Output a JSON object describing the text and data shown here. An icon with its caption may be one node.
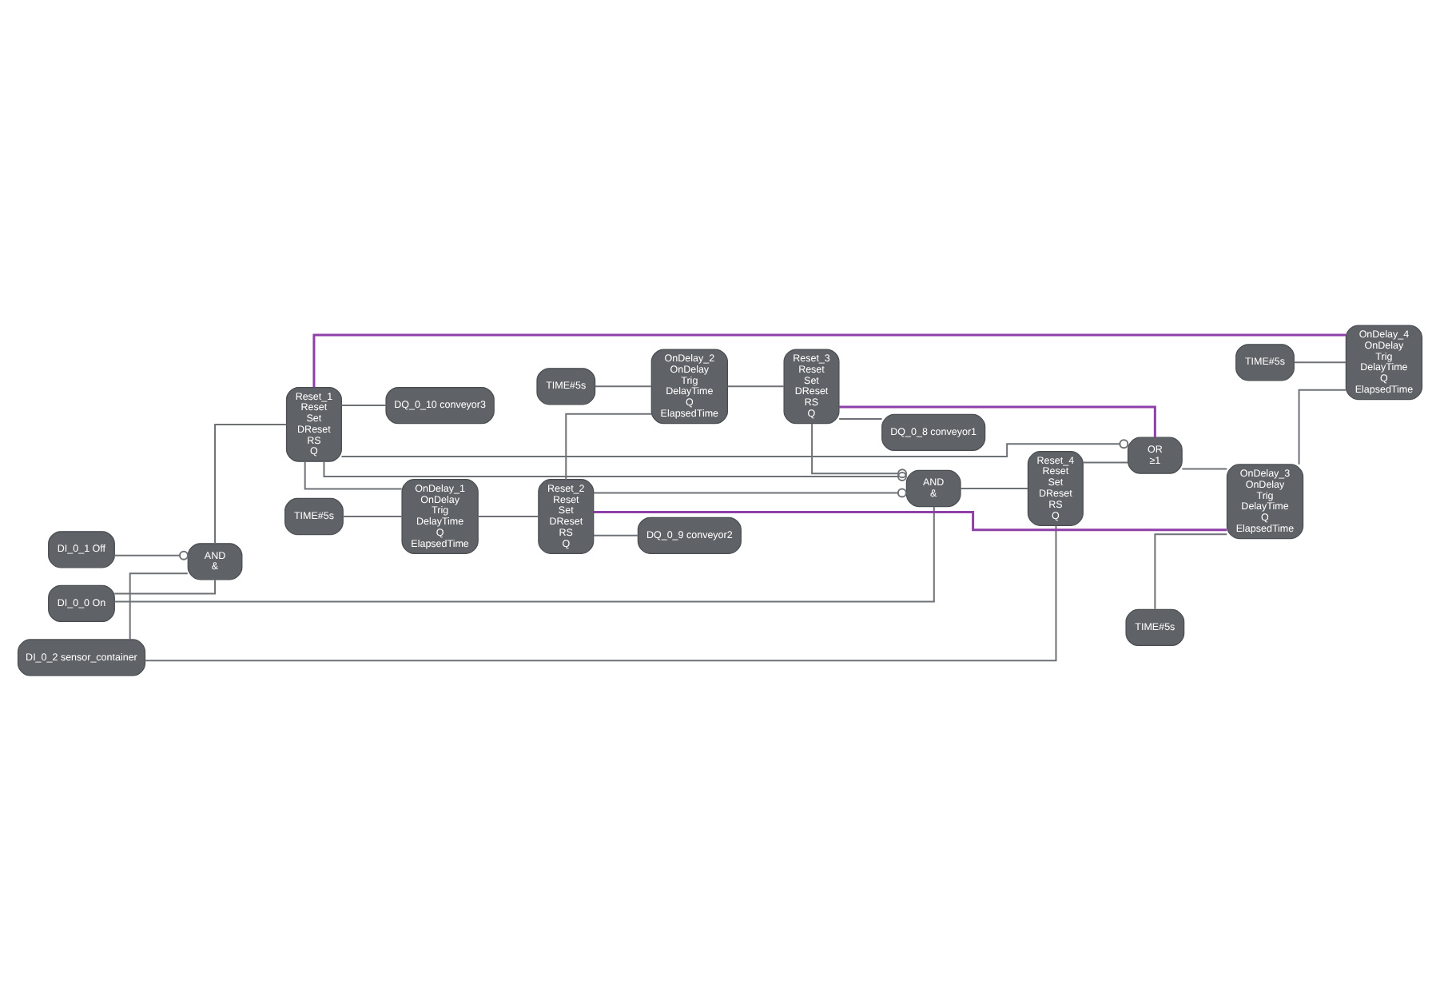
{
  "diagram": {
    "nodes": [
      {
        "text": [
          "DI_0_0 On"
        ]
      },
      {
        "text": [
          "DI_0_2 sensor_container"
        ]
      },
      {
        "text": [
          "DI_0_1 Off"
        ]
      },
      {
        "text": [
          "AND",
          "&"
        ]
      },
      {
        "text": [
          "Reset_1",
          "Reset",
          "Set",
          "DReset",
          "RS",
          "Q"
        ]
      },
      {
        "text": [
          "DQ_0_10 conveyor3"
        ]
      },
      {
        "text": [
          "OnDelay_1",
          "OnDelay",
          "Trig",
          "DelayTime",
          "Q",
          "ElapsedTime"
        ]
      },
      {
        "text": [
          "TIME#5s"
        ]
      },
      {
        "text": [
          "Reset_2",
          "Reset",
          "Set",
          "DReset",
          "RS",
          "Q"
        ]
      },
      {
        "text": [
          "DQ_0_9 conveyor2"
        ]
      },
      {
        "text": [
          "OnDelay_2",
          "OnDelay",
          "Trig",
          "DelayTime",
          "Q",
          "ElapsedTime"
        ]
      },
      {
        "text": [
          "TIME#5s"
        ]
      },
      {
        "text": [
          "Reset_3",
          "Reset",
          "Set",
          "DReset",
          "RS",
          "Q"
        ]
      },
      {
        "text": [
          "DQ_0_8 conveyor1"
        ]
      },
      {
        "text": [
          "OnDelay_4",
          "OnDelay",
          "Trig",
          "DelayTime",
          "Q",
          "ElapsedTime"
        ]
      },
      {
        "text": [
          "TIME#5s"
        ]
      },
      {
        "text": [
          "OnDelay_3",
          "OnDelay",
          "Trig",
          "DelayTime",
          "Q",
          "ElapsedTime"
        ]
      },
      {
        "text": [
          "TIME#5s"
        ]
      },
      {
        "text": [
          "Reset_4",
          "Reset",
          "Set",
          "DReset",
          "RS",
          "Q"
        ]
      },
      {
        "text": [
          "OR",
          "≥1"
        ]
      },
      {
        "text": [
          "AND",
          "&"
        ]
      }
    ],
    "edges": [
      {
        "from": 0,
        "to": 3,
        "arrow": "none"
      },
      {
        "from": 1,
        "to": 3,
        "arrow": "none"
      },
      {
        "from": 2,
        "to": 3,
        "arrow": "other"
      },
      {
        "from": 3,
        "to": 4,
        "arrow": "none"
      },
      {
        "from": 4,
        "to": 5,
        "arrow": "none"
      },
      {
        "from": 7,
        "to": 6,
        "arrow": "none"
      },
      {
        "from": 6,
        "to": 8,
        "arrow": "none"
      },
      {
        "from": 8,
        "to": 9,
        "arrow": "none"
      },
      {
        "from": 11,
        "to": 10,
        "arrow": "none"
      },
      {
        "from": 10,
        "to": 12,
        "arrow": "none"
      },
      {
        "from": 12,
        "to": 13,
        "arrow": "none"
      },
      {
        "from": 15,
        "to": 14,
        "arrow": "none"
      },
      {
        "from": 14,
        "to": 4,
        "arrow": "none",
        "color": "#8e3fa8"
      },
      {
        "from": 17,
        "to": 16,
        "arrow": "none"
      },
      {
        "from": 16,
        "to": 8,
        "arrow": "none",
        "color": "#8e3fa8"
      },
      {
        "from": 19,
        "to": 12,
        "arrow": "none",
        "color": "#8e3fa8"
      },
      {
        "from": 4,
        "to": 19,
        "arrow": "other"
      },
      {
        "from": 4,
        "to": 6,
        "arrow": "none"
      },
      {
        "from": 8,
        "to": 10,
        "arrow": "none"
      },
      {
        "from": 16,
        "to": 14,
        "arrow": "none"
      },
      {
        "from": 19,
        "to": 16,
        "arrow": "none"
      },
      {
        "from": 1,
        "to": 18,
        "arrow": "none"
      },
      {
        "from": 20,
        "to": 18,
        "arrow": "none"
      },
      {
        "from": 18,
        "to": 19,
        "arrow": "none"
      },
      {
        "from": 0,
        "to": 20,
        "arrow": "none"
      },
      {
        "from": 4,
        "to": 20,
        "arrow": "other"
      },
      {
        "from": 8,
        "to": 20,
        "arrow": "other"
      },
      {
        "from": 12,
        "to": 20,
        "arrow": "other"
      }
    ]
  }
}
